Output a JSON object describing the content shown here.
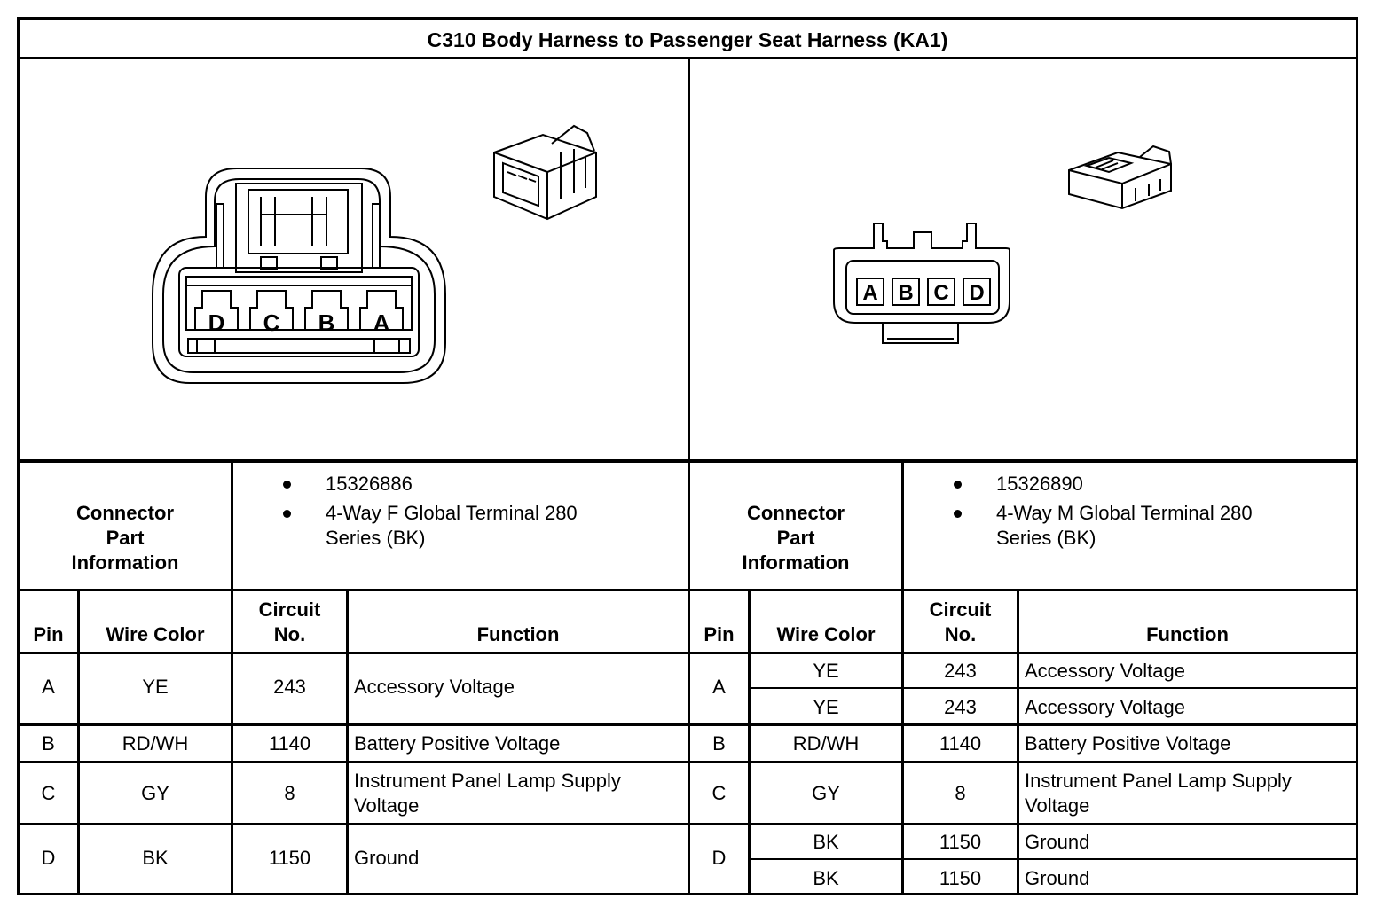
{
  "title": "C310 Body Harness to Passenger Seat Harness (KA1)",
  "left": {
    "connector_info_label": "Connector Part Information",
    "info_lines": [
      "15326886",
      "4-Way F Global Terminal 280",
      "Series (BK)"
    ],
    "face_pins": [
      "D",
      "C",
      "B",
      "A"
    ],
    "headers": {
      "pin": "Pin",
      "wire_color": "Wire Color",
      "circuit": "Circuit No.",
      "function": "Function"
    },
    "rows": [
      {
        "pin": "A",
        "wire": "YE",
        "circuit": "243",
        "function": [
          "Accessory Voltage"
        ]
      },
      {
        "pin": "B",
        "wire": "RD/WH",
        "circuit": "1140",
        "function": [
          "Battery Positive Voltage"
        ]
      },
      {
        "pin": "C",
        "wire": "GY",
        "circuit": "8",
        "function": [
          "Instrument Panel Lamp Supply",
          "Voltage"
        ]
      },
      {
        "pin": "D",
        "wire": "BK",
        "circuit": "1150",
        "function": [
          "Ground"
        ]
      }
    ]
  },
  "right": {
    "connector_info_label": "Connector Part Information",
    "info_lines": [
      "15326890",
      "4-Way M Global Terminal 280",
      "Series (BK)"
    ],
    "face_pins": [
      "A",
      "B",
      "C",
      "D"
    ],
    "headers": {
      "pin": "Pin",
      "wire_color": "Wire Color",
      "circuit": "Circuit No.",
      "function": "Function"
    },
    "rows": [
      {
        "pin": "A",
        "subrows": [
          {
            "wire": "YE",
            "circuit": "243",
            "function": "Accessory Voltage"
          },
          {
            "wire": "YE",
            "circuit": "243",
            "function": "Accessory Voltage"
          }
        ]
      },
      {
        "pin": "B",
        "wire": "RD/WH",
        "circuit": "1140",
        "function": [
          "Battery Positive Voltage"
        ]
      },
      {
        "pin": "C",
        "wire": "GY",
        "circuit": "8",
        "function": [
          "Instrument Panel Lamp Supply",
          "Voltage"
        ]
      },
      {
        "pin": "D",
        "subrows": [
          {
            "wire": "BK",
            "circuit": "1150",
            "function": "Ground"
          },
          {
            "wire": "BK",
            "circuit": "1150",
            "function": "Ground"
          }
        ]
      }
    ]
  }
}
